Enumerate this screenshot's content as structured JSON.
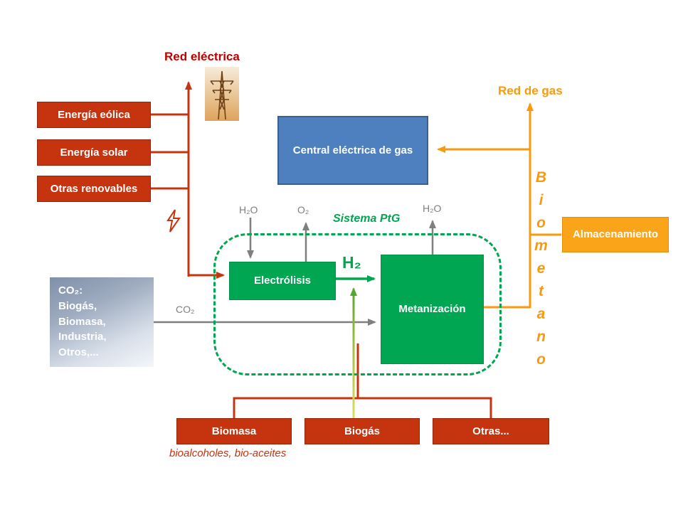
{
  "diagram": {
    "grid_title": "Red eléctrica",
    "gas_title": "Red de gas",
    "system_label": "Sistema PtG",
    "vertical_label": "Biometano",
    "sources": {
      "wind": "Energía eólica",
      "solar": "Energía solar",
      "other": "Otras renovables"
    },
    "plant_label": "Central eléctrica de gas",
    "storage_label": "Almacenamiento",
    "electrolysis_label": "Electrólisis",
    "methanation_label": "Metanización",
    "h2_label": "H₂",
    "flows": {
      "h2o_in": "H₂O",
      "o2_out": "O₂",
      "h2o_out": "H₂O",
      "co2": "CO₂"
    },
    "co2_box": {
      "title": "CO₂:",
      "lines": [
        "Biogás,",
        "Biomasa,",
        "Industria,",
        "Otros,..."
      ]
    },
    "feedstocks": {
      "biomass": "Biomasa",
      "biogas": "Biogás",
      "other": "Otras..."
    },
    "footnote": "bioalcoholes, bio-aceites"
  },
  "colors": {
    "red": "#C6330F",
    "dark_red": "#C00000",
    "orange": "#F79A0D",
    "green": "#00A651",
    "blue": "#4E7FBE",
    "gray": "#7F7F7F",
    "olive": "#8DB53C"
  }
}
